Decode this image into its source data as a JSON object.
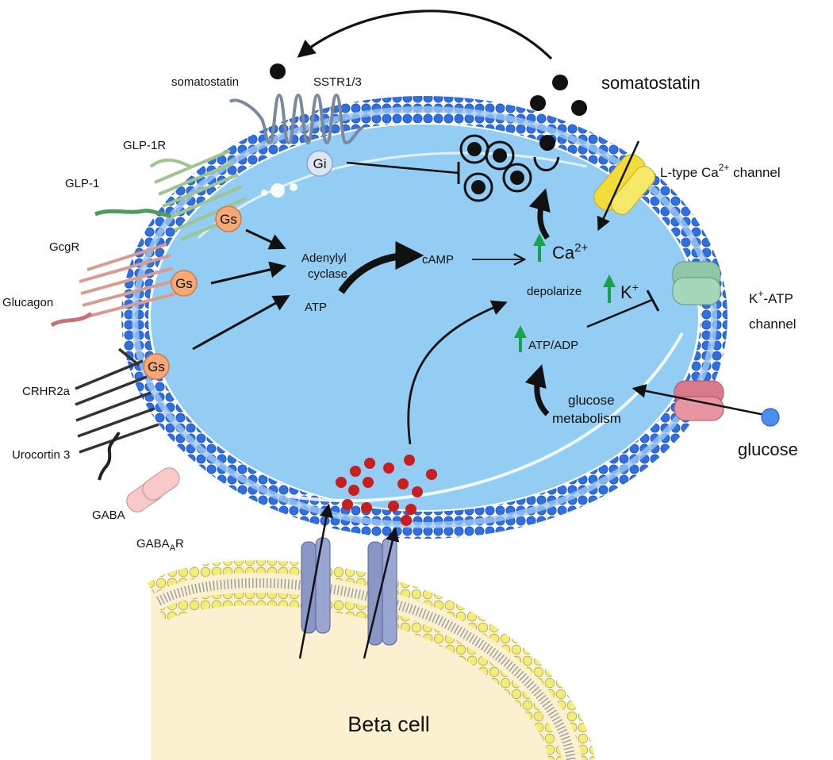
{
  "labels": {
    "somatostatin_left": "somatostatin",
    "sstr": "SSTR1/3",
    "somatostatin_right": "somatostatin",
    "glp1r": "GLP-1R",
    "glp1": "GLP-1",
    "gcgr": "GcgR",
    "glucagon": "Glucagon",
    "crhr2a": "CRHR2a",
    "urocortin": "Urocortin 3",
    "gaba": "GABA",
    "gabaar_main": "GABA",
    "gabaar_sub": "A",
    "gabaar_end": "R",
    "gi": "Gi",
    "gs1": "Gs",
    "gs2": "Gs",
    "gs3": "Gs",
    "adenylyl1": "Adenylyl",
    "adenylyl2": "cyclase",
    "atp": "ATP",
    "camp": "cAMP",
    "ca_base": "Ca",
    "ca_sup": "2+",
    "depolarize": "depolarize",
    "k_base": "K",
    "k_sup": "+",
    "atp_adp": "ATP/ADP",
    "glucose_metab1": "glucose",
    "glucose_metab2": "metabolism",
    "ltype_pre": "L-type Ca",
    "ltype_sup": "2+",
    "ltype_post": " channel",
    "katp_base": "K",
    "katp_sup": "+",
    "katp_post": "-ATP",
    "katp_line2": "channel",
    "glucose": "glucose",
    "beta_cell": "Beta cell"
  },
  "colors": {
    "cytoplasm": "#93cdf3",
    "membrane_bead": "#2f6fe0",
    "g_protein_s": "#f6a877",
    "g_protein_i": "#dbe6f5",
    "up_arrow": "#17a34a",
    "beta_cell_fill": "#fbf0cf",
    "beta_bead": "#f3ec79",
    "ion_fill": "#c81e1e",
    "ltype_channel": "#f3dc3a",
    "katp_channel": "#8fc7a8",
    "glut_channel": "#d97a8a",
    "gaba_channel": "#f7c9c9",
    "beta_channel": "#8a97c6"
  }
}
